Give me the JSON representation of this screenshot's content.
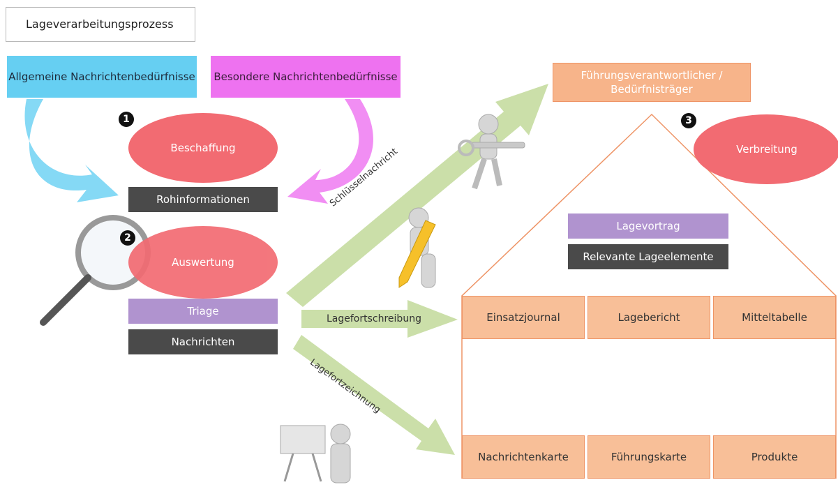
{
  "title": "Lageverarbeitungsprozess",
  "needs": {
    "general": "Allgemeine Nachrichtenbedürfnisse",
    "special": "Besondere Nachrichtenbedürfnisse"
  },
  "steps": [
    {
      "number": "1",
      "label": "Beschaffung"
    },
    {
      "number": "2",
      "label": "Auswertung"
    },
    {
      "number": "3",
      "label": "Verbreitung"
    }
  ],
  "boxes": {
    "raw": "Rohinformationen",
    "triage": "Triage",
    "messages": "Nachrichten",
    "leader": "Führungsverantwortlicher / Bedürfnisträger",
    "briefing": "Lagevortrag",
    "relevant": "Relevante Lageelemente"
  },
  "arrows": {
    "key": "Schlüsselnachricht",
    "update": "Lagefortschreibung",
    "drawing": "Lagefortzeichnung"
  },
  "products": [
    "Einsatzjournal",
    "Lagebericht",
    "Mitteltabelle",
    "Nachrichtenkarte",
    "Führungskarte",
    "Produkte"
  ],
  "colors": {
    "cyan": "#66cff2",
    "magenta": "#ee72f0",
    "ellipse": "#f26b72",
    "dark": "#4a4a4a",
    "purple": "#b093cf",
    "orange": "#f8bf98",
    "arrow_green": "#c5dca0"
  }
}
